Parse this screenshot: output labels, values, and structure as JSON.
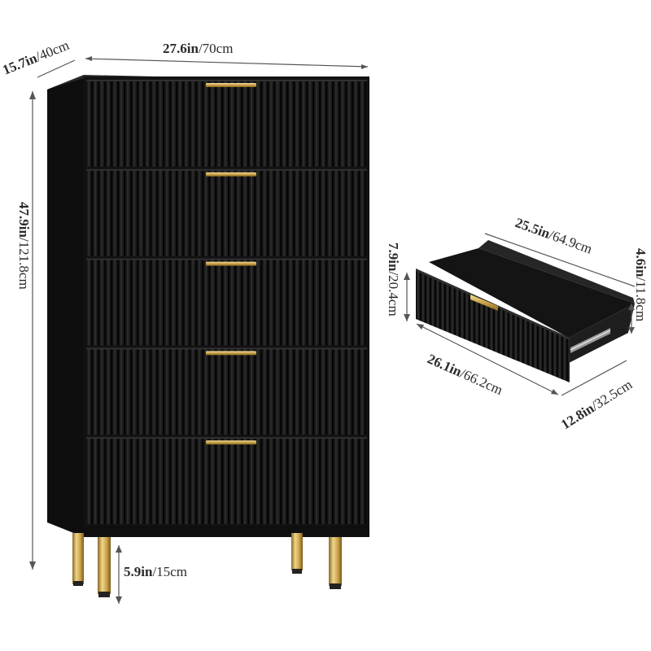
{
  "dimensions": {
    "depth": {
      "bold": "15.7in",
      "rest": "/40cm"
    },
    "width": {
      "bold": "27.6in",
      "rest": "/70cm"
    },
    "height": {
      "bold": "47.9in",
      "rest": "/121.8cm"
    },
    "leg_height": {
      "bold": "5.9in",
      "rest": "/15cm"
    },
    "drawer_inner_width": {
      "bold": "25.5in",
      "rest": "/64.9cm"
    },
    "drawer_front_height": {
      "bold": "7.9in",
      "rest": "/20.4cm"
    },
    "drawer_inner_height": {
      "bold": "4.6in",
      "rest": "/11.8cm"
    },
    "drawer_front_width": {
      "bold": "26.1in",
      "rest": "/66.2cm"
    },
    "drawer_depth": {
      "bold": "12.8in",
      "rest": "/32.5cm"
    }
  },
  "product": {
    "drawer_count": 5,
    "colors": {
      "body": "#141414",
      "front": "#1c1c1c",
      "groove": "#0a0a0a",
      "handle": "#c9a24a",
      "leg": "#c8a24c"
    },
    "icons": {
      "handle": "gold-bar-handle",
      "leg": "gold-cylinder-leg",
      "slide": "drawer-slide-rail"
    }
  }
}
